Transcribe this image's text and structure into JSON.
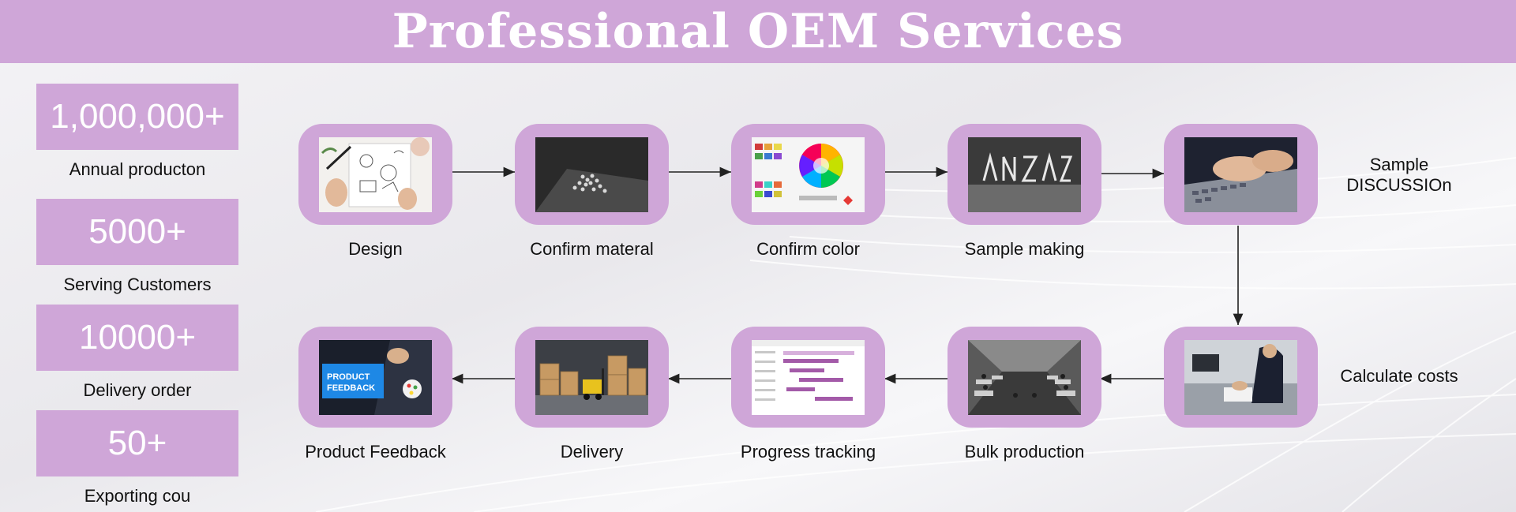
{
  "title": "Professional OEM Services",
  "stats": [
    {
      "value": "1,000,000+",
      "label": "Annual producton"
    },
    {
      "value": "5000+",
      "label": "Serving Customers"
    },
    {
      "value": "10000+",
      "label": "Delivery order"
    },
    {
      "value": "50+",
      "label": "Exporting cou"
    }
  ],
  "steps": {
    "design": "Design",
    "material": "Confirm materal",
    "color": "Confirm color",
    "sample_making": "Sample making",
    "sample_discussion": "Sample DISCUSSIOn",
    "calculate": "Calculate costs",
    "bulk": "Bulk production",
    "progress": "Progress tracking",
    "delivery": "Delivery",
    "feedback": "Product Feedback"
  },
  "feedback_banner": {
    "line1": "PRODUCT",
    "line2": "FEEDBACK"
  },
  "colors": {
    "accent": "#cfa6d8",
    "text": "#111111",
    "title": "#ffffff"
  }
}
